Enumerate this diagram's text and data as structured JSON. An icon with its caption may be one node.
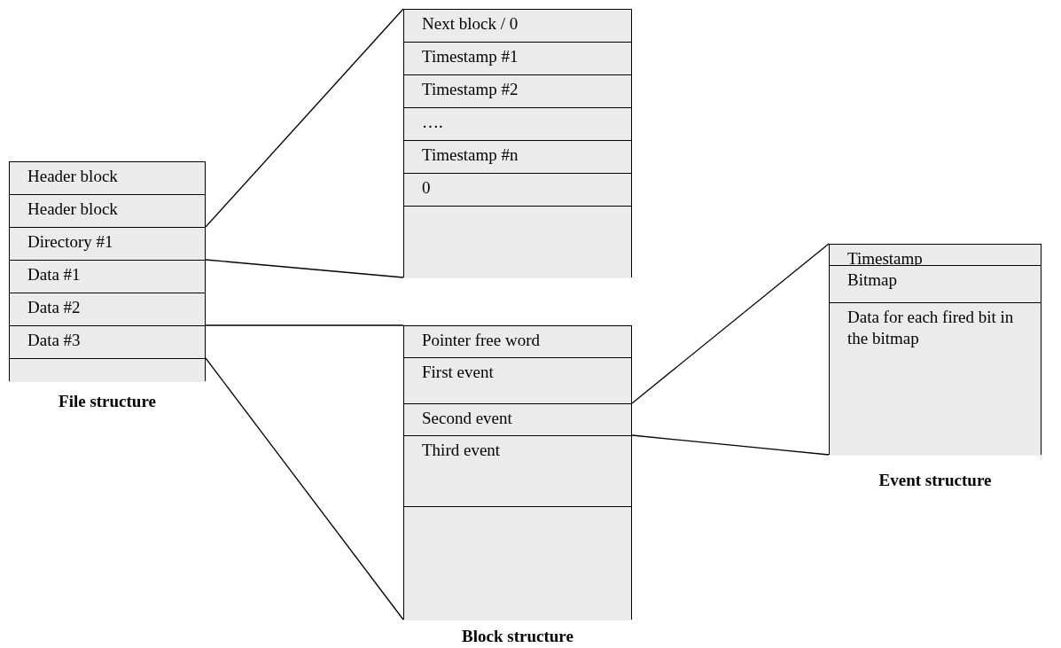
{
  "diagram": {
    "nodes": [
      {
        "text": [
          "File structure"
        ]
      },
      {
        "text": [
          "Header block"
        ],
        "in": 0
      },
      {
        "text": [
          "Header block"
        ],
        "in": 0
      },
      {
        "text": [
          "Directory #1"
        ],
        "in": 0
      },
      {
        "text": [
          "Data #1"
        ],
        "in": 0
      },
      {
        "text": [
          "Data #2"
        ],
        "in": 0
      },
      {
        "text": [
          "Data #3"
        ],
        "in": 0
      },
      {
        "text": [],
        "shape": "box",
        "in": 0
      },
      {
        "text": [],
        "shape": "box"
      },
      {
        "text": [
          "Next block / 0"
        ],
        "in": 8
      },
      {
        "text": [
          "Timestamp #1"
        ],
        "in": 8
      },
      {
        "text": [
          "Timestamp #2"
        ],
        "in": 8
      },
      {
        "text": [
          "…."
        ],
        "in": 8
      },
      {
        "text": [
          "Timestamp #n"
        ],
        "in": 8
      },
      {
        "text": [
          "0"
        ],
        "in": 8
      },
      {
        "text": [],
        "shape": "box",
        "in": 8
      },
      {
        "text": [
          "Block structure"
        ]
      },
      {
        "text": [
          "Pointer free word"
        ],
        "in": 16
      },
      {
        "text": [
          "First event"
        ],
        "in": 16
      },
      {
        "text": [
          "Second event"
        ],
        "in": 16
      },
      {
        "text": [
          "Third event"
        ],
        "in": 16
      },
      {
        "text": [],
        "shape": "box",
        "in": 16
      },
      {
        "text": [
          "Event structure"
        ]
      },
      {
        "text": [
          "Timestamp"
        ],
        "in": 22
      },
      {
        "text": [
          "Bitmap"
        ],
        "in": 22
      },
      {
        "text": [
          "Data for each fired bit in the bitmap"
        ],
        "in": 22
      }
    ],
    "edges": [
      {
        "from": 3,
        "to": 8,
        "arrow": "none"
      },
      {
        "from": 3,
        "to": 8,
        "arrow": "none"
      },
      {
        "from": 6,
        "to": 16,
        "arrow": "none"
      },
      {
        "from": 6,
        "to": 16,
        "arrow": "none"
      },
      {
        "from": 19,
        "to": 22,
        "arrow": "none"
      },
      {
        "from": 19,
        "to": 22,
        "arrow": "none"
      }
    ]
  }
}
